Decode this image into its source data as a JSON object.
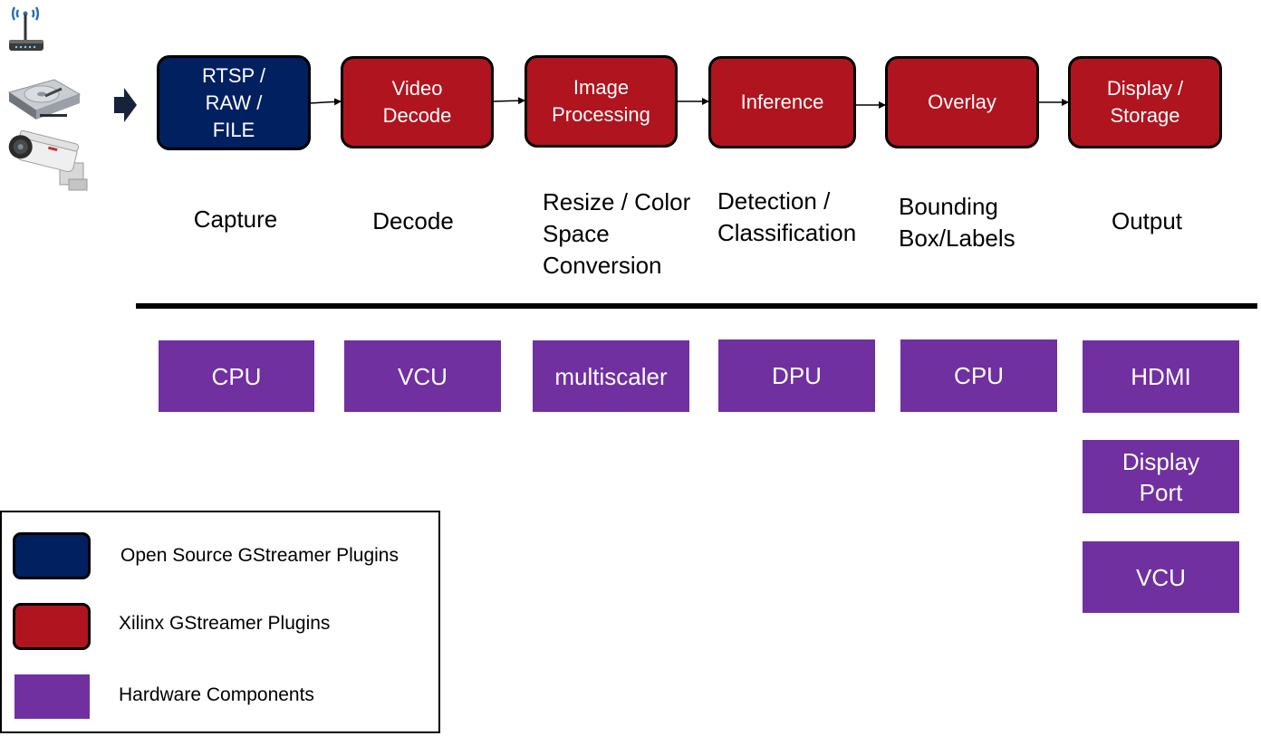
{
  "colors": {
    "open_source": "#002060",
    "xilinx": "#b0141e",
    "hardware": "#7030a0",
    "arrow": "#17233a"
  },
  "sources": {
    "icons": [
      "router-icon",
      "hard-drive-icon",
      "security-camera-icon"
    ]
  },
  "pipeline": {
    "stages": [
      {
        "label": "RTSP / RAW / FILE",
        "type": "open_source"
      },
      {
        "label": "Video Decode",
        "type": "xilinx"
      },
      {
        "label": "Image Processing",
        "type": "xilinx"
      },
      {
        "label": "Inference",
        "type": "xilinx"
      },
      {
        "label": "Overlay",
        "type": "xilinx"
      },
      {
        "label": "Display / Storage",
        "type": "xilinx"
      }
    ],
    "descriptions": [
      "Capture",
      "Decode",
      "Resize / Color Space Conversion",
      "Detection / Classification",
      "Bounding Box/Labels",
      "Output"
    ]
  },
  "hardware": {
    "capture": "CPU",
    "decode": "VCU",
    "resize": "multiscaler",
    "inference": "DPU",
    "overlay": "CPU",
    "output": [
      "HDMI",
      "Display Port",
      "VCU"
    ]
  },
  "legend": {
    "items": [
      {
        "label": "Open Source GStreamer Plugins"
      },
      {
        "label": "Xilinx GStreamer Plugins"
      },
      {
        "label": "Hardware Components"
      }
    ]
  }
}
